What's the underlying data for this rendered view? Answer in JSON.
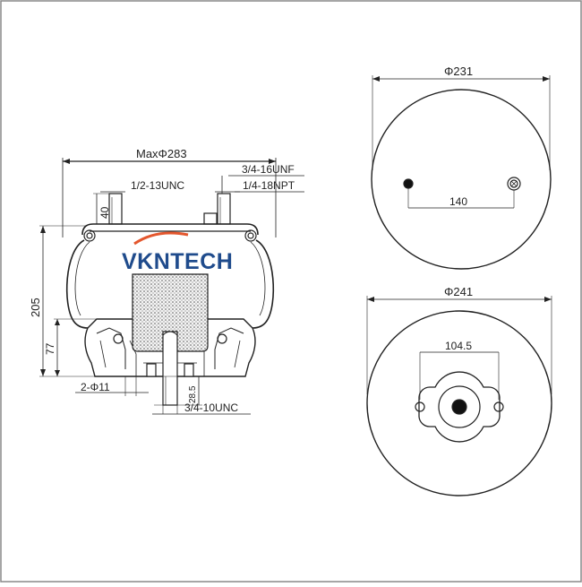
{
  "brand": {
    "logo_text": "VKNTECH",
    "logo_color": "#1f4b8c",
    "swoosh_color": "#e4572e"
  },
  "side_view": {
    "max_diameter": "MaxΦ283",
    "top_thread_left": "1/2-13UNC",
    "top_thread_right_upper": "3/4-16UNF",
    "top_thread_right_lower": "1/4-18NPT",
    "stud_height": "40",
    "overall_height": "205",
    "piston_height": "77",
    "bottom_holes": "2-Φ11",
    "bottom_stud_length": "28.5",
    "bottom_thread": "3/4-10UNC"
  },
  "top_view": {
    "diameter": "Φ231",
    "stud_spacing": "140"
  },
  "bottom_view": {
    "diameter": "Φ241",
    "hole_spacing": "104.5"
  }
}
